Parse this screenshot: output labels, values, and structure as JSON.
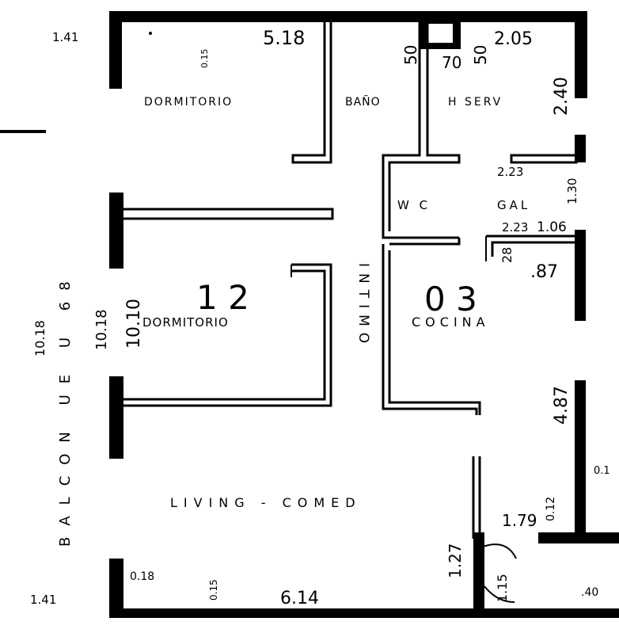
{
  "rooms": {
    "dormitorio_top": "DORMITORIO",
    "bano": "BAÑO",
    "serv": "H SERV",
    "wc": "W C",
    "gal": "GAL",
    "dormitorio_mid": "DORMITORIO",
    "cocina": "COCINA",
    "intimo": "INTIMO",
    "living": "LIVING - COMED",
    "balcon": "BALCON UE U 68"
  },
  "unit_numbers": {
    "unit_12": "1 2",
    "unit_03": "0 3"
  },
  "dimensions": {
    "d_5_18": "5.18",
    "d_0_15_a": "0.15",
    "d_50_a": "50",
    "d_70": "70",
    "d_50_b": "50",
    "d_2_05": "2.05",
    "d_2_40": "2.40",
    "d_1_41_top": "1.41",
    "d_2_23_a": "2.23",
    "d_1_30": "1.30",
    "d_2_23_b": "2.23",
    "d_1_06": "1.06",
    "d_28": "28",
    "d_87": ".87",
    "d_10_18_left": "10.18",
    "d_10_18": "10.18",
    "d_10_10": "10.10",
    "d_4_87": "4.87",
    "d_0_1": "0.1",
    "d_0_12": "0.12",
    "d_1_79": "1.79",
    "d_1_27": "1.27",
    "d_1_15": "1.15",
    "d_0_18": "0.18",
    "d_0_15_b": "0.15",
    "d_6_14": "6.14",
    "d_1_41_bottom": "1.41",
    "d_40": ".40"
  }
}
